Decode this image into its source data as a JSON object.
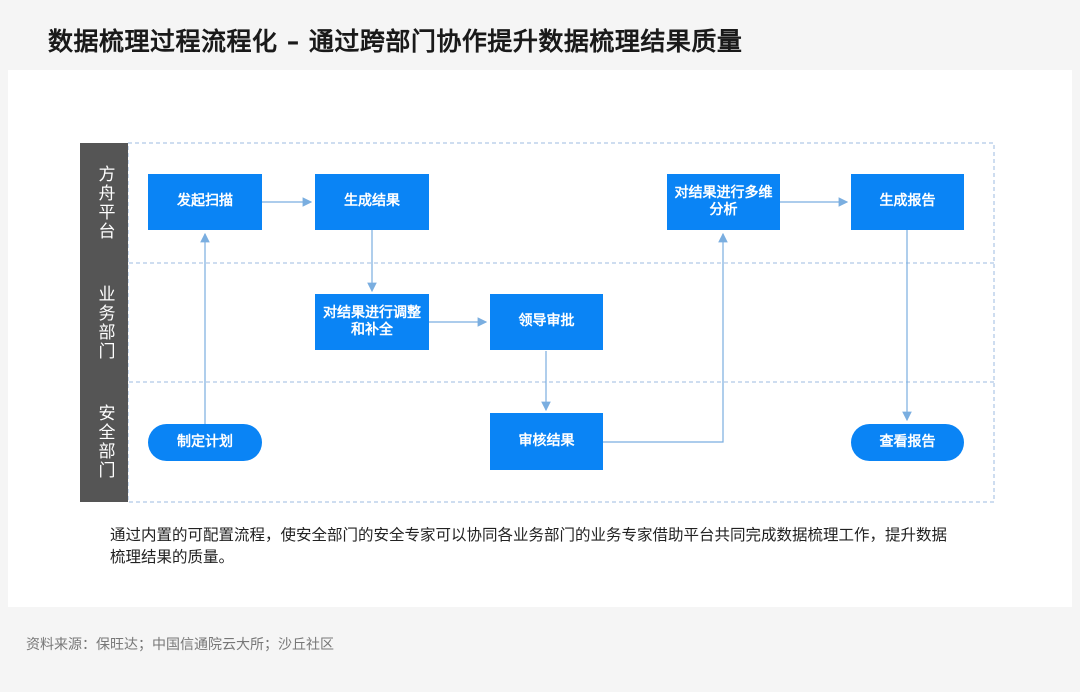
{
  "title": "数据梳理过程流程化 – 通过跨部门协作提升数据梳理结果质量",
  "lanes": [
    {
      "label": "方舟平台"
    },
    {
      "label": "业务部门"
    },
    {
      "label": "安全部门"
    }
  ],
  "nodes": {
    "start_scan": "发起扫描",
    "gen_result": "生成结果",
    "multi_analysis": "对结果进行多维分析",
    "gen_report": "生成报告",
    "adjust_result": "对结果进行调整和补全",
    "leader_approve": "领导审批",
    "make_plan": "制定计划",
    "review_result": "审核结果",
    "view_report": "查看报告"
  },
  "colors": {
    "node": "#0a84f5",
    "lane_label": "#555555",
    "connector": "#7aaee0",
    "divider": "#9cbbe0"
  },
  "caption": "通过内置的可配置流程，使安全部门的安全专家可以协同各业务部门的业务专家借助平台共同完成数据梳理工作，提升数据梳理结果的质量。",
  "source": "资料来源：保旺达；中国信通院云大所；沙丘社区"
}
